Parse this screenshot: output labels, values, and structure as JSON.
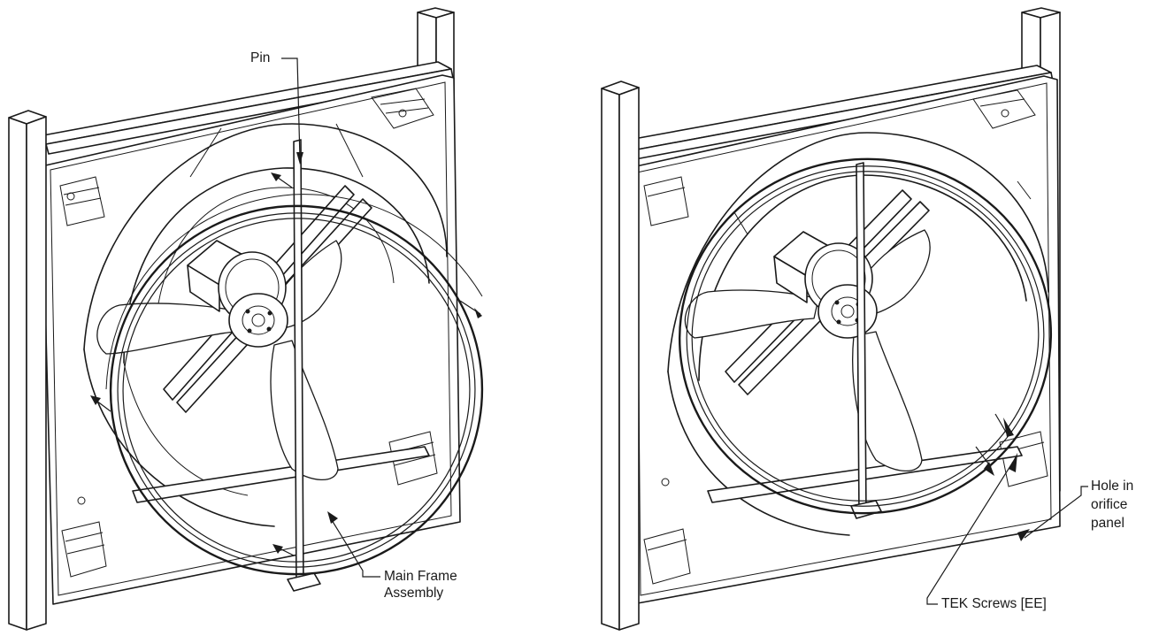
{
  "labels": {
    "pin": "Pin",
    "main_frame_line1": "Main Frame",
    "main_frame_line2": "Assembly",
    "hole_line1": "Hole in",
    "hole_line2": "orifice",
    "hole_line3": "panel",
    "tek_screws": "TEK Screws [EE]"
  }
}
